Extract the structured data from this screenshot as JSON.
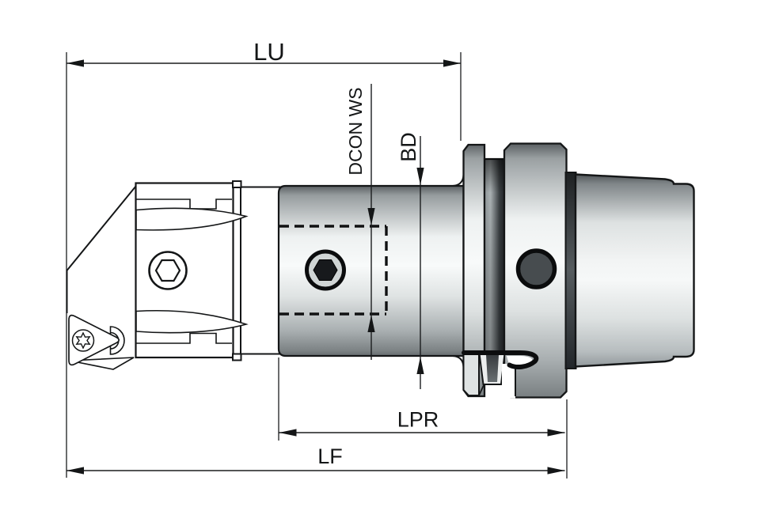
{
  "drawing": {
    "dimension_labels": {
      "lu": "LU",
      "dcon_ws": "DCON WS",
      "bd": "BD",
      "lpr": "LPR",
      "lf": "LF"
    },
    "colors": {
      "background": "#ffffff",
      "outline": "#141617",
      "dimension_line": "#1b1d1e",
      "metal_highlight": "#f8fafa",
      "metal_midtone": "#c9cecf",
      "metal_shadow": "#595e61",
      "groove_dark": "#24272a",
      "socket_dark": "#17191c",
      "drive_slot_fill": "#474c4f"
    }
  }
}
